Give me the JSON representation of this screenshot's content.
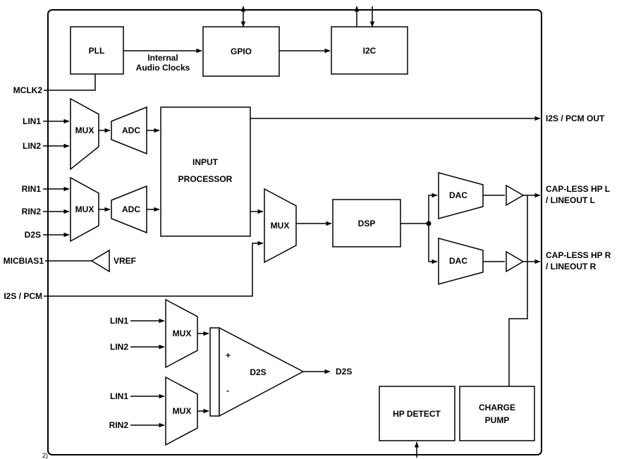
{
  "blocks": {
    "pll": "PLL",
    "gpio": "GPIO",
    "i2c": "I2C",
    "input_processor": [
      "INPUT",
      "PROCESSOR"
    ],
    "dsp": "DSP",
    "dac_l": "DAC",
    "dac_r": "DAC",
    "hp_detect": "HP DETECT",
    "charge_pump": [
      "CHARGE",
      "PUMP"
    ],
    "mux_lin": "MUX",
    "mux_rin": "MUX",
    "mux_dsp": "MUX",
    "mux_d2s_top": "MUX",
    "mux_d2s_bot": "MUX",
    "adc_lin": "ADC",
    "adc_rin": "ADC",
    "d2s_amp": "D2S"
  },
  "pins": {
    "mclk2": "MCLK2",
    "lin1_a": "LIN1",
    "lin2_a": "LIN2",
    "rin1_a": "RIN1",
    "rin2_a": "RIN2",
    "d2s_in": "D2S",
    "micbias1": "MICBIAS1",
    "i2s_pcm_in": "I2S / PCM",
    "i2s_pcm_out": "I2S / PCM OUT",
    "capless_l": [
      "CAP-LESS HP L",
      "/ LINEOUT L"
    ],
    "capless_r": [
      "CAP-LESS HP R",
      "/ LINEOUT R"
    ],
    "lin1_b": "LIN1",
    "lin2_b": "LIN2",
    "lin1_c": "LIN1",
    "rin2_b": "RIN2",
    "d2s_out": "D2S"
  },
  "annotations": {
    "internal_audio_clocks": [
      "Internal",
      "Audio Clocks"
    ],
    "vref": "VREF",
    "plus": "+",
    "minus": "-",
    "footnote": "2)"
  },
  "colors": {
    "line": "#000000",
    "background": "#ffffff"
  }
}
